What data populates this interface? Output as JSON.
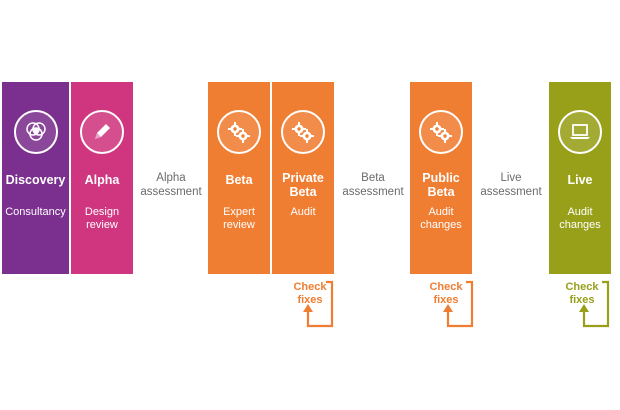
{
  "colors": {
    "discovery": "#7b2f8e",
    "alpha": "#d0367f",
    "orange": "#ef7d32",
    "live": "#98a01a",
    "between_text": "#6b6b6b"
  },
  "stages": {
    "discovery": {
      "title": "Discovery",
      "desc": "Consultancy",
      "icon": "people-venn-icon"
    },
    "alpha": {
      "title": "Alpha",
      "desc": "Design\nreview",
      "icon": "pencil-icon"
    },
    "beta": {
      "title": "Beta",
      "desc": "Expert\nreview",
      "icon": "gears-icon"
    },
    "private_beta": {
      "title": "Private\nBeta",
      "desc": "Audit",
      "icon": "gears-icon"
    },
    "public_beta": {
      "title": "Public\nBeta",
      "desc": "Audit\nchanges",
      "icon": "gears-icon"
    },
    "live": {
      "title": "Live",
      "desc": "Audit\nchanges",
      "icon": "laptop-icon"
    }
  },
  "assessments": {
    "alpha": "Alpha\nassessment",
    "beta": "Beta\nassessment",
    "live": "Live\nassessment"
  },
  "check_fixes": "Check\nfixes"
}
